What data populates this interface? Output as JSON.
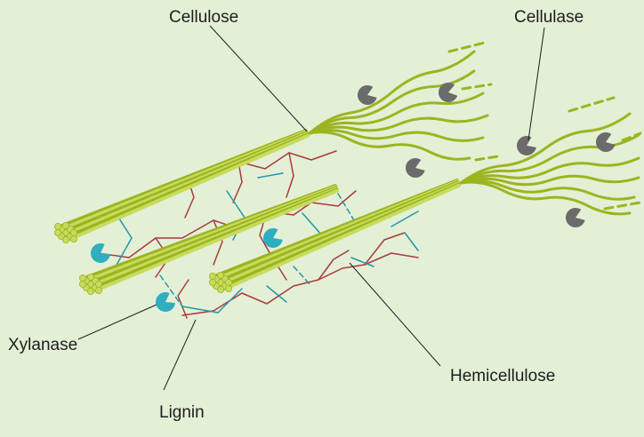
{
  "labels": {
    "cellulose": "Cellulose",
    "cellulase": "Cellulase",
    "xylanase": "Xylanase",
    "lignin": "Lignin",
    "hemicellulose": "Hemicellulose"
  },
  "colors": {
    "background": "#e3f0d6",
    "cellulose_fiber": "#9bb51f",
    "cellulose_fiber_light": "#c8db5e",
    "cellulase_enzyme": "#6b6b6b",
    "xylanase_enzyme": "#2faec0",
    "lignin": "#a83a3e",
    "hemicellulose": "#2596a8",
    "leader_line": "#1e1e1e"
  }
}
